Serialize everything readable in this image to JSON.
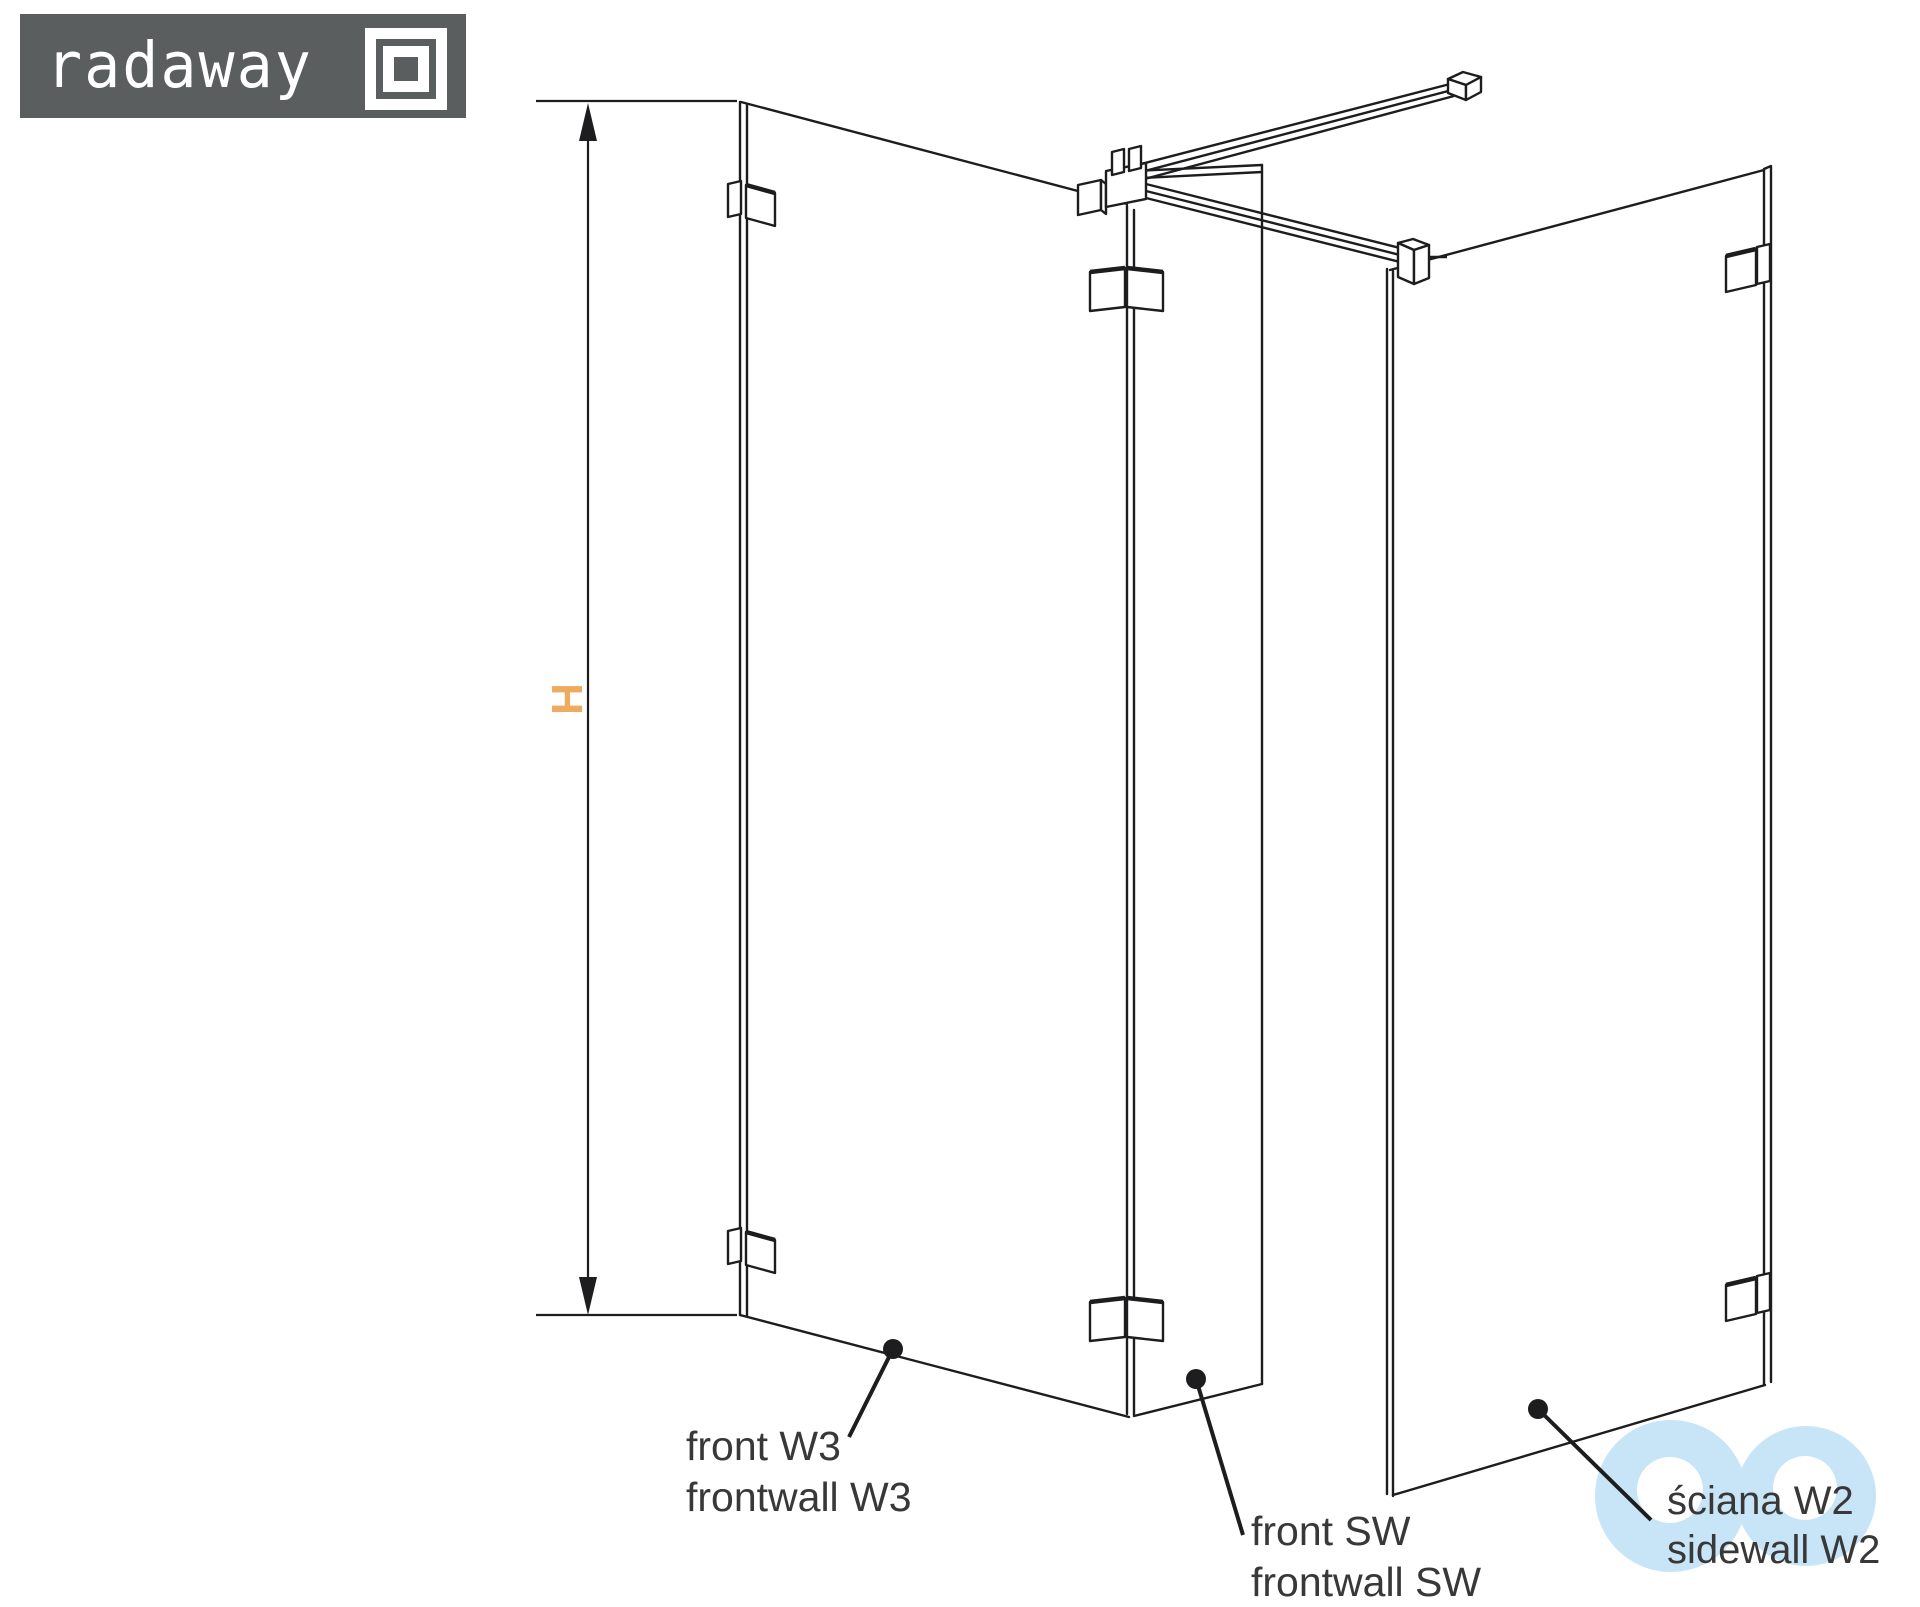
{
  "brand": {
    "logo_text": "radaway",
    "logo_bg_color": "#5a5e5f",
    "logo_fg_color": "#ffffff",
    "logo_icon": "double-square-icon"
  },
  "dimension": {
    "label": "H",
    "label_color": "#eeab5e",
    "orientation": "vertical",
    "arrow_style": "double-headed"
  },
  "diagram": {
    "type": "shower-enclosure-isometric-drawing",
    "line_color": "#1d1d1f",
    "parts": [
      {
        "id": "front-w3-panel",
        "label_line1": "front W3",
        "label_line2": "frontwall W3"
      },
      {
        "id": "front-sw-panel",
        "label_line1": "front SW",
        "label_line2": "frontwall SW"
      },
      {
        "id": "sidewall-w2-panel",
        "label_line1": "ściana W2",
        "label_line2": "sidewall W2"
      }
    ]
  },
  "labels": {
    "front_w3": {
      "line1": "front W3",
      "line2": "frontwall W3"
    },
    "front_sw": {
      "line1": "front SW",
      "line2": "frontwall SW"
    },
    "sidewall_w2": {
      "line1": "ściana W2",
      "line2": "sidewall W2"
    }
  },
  "watermark": {
    "name": "store-watermark-rings",
    "color": "#c7e5f6"
  }
}
